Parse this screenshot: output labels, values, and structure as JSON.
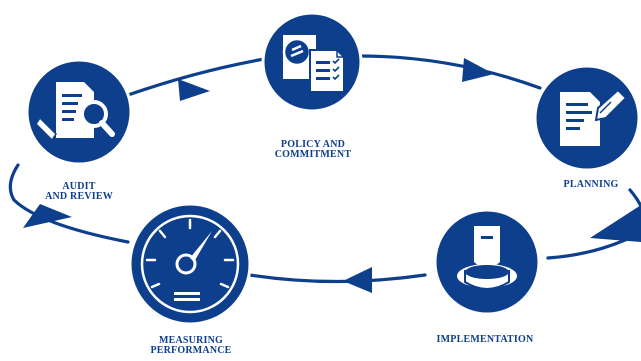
{
  "diagram": {
    "colors": {
      "primary": "#0d3f8c",
      "icon_fill": "#ffffff"
    },
    "stages": [
      {
        "key": "policy",
        "label_lines": [
          "POLICY AND",
          "COMMITMENT"
        ],
        "icon": "policy-documents-seal-icon"
      },
      {
        "key": "planning",
        "label_lines": [
          "PLANNING"
        ],
        "icon": "document-pen-icon"
      },
      {
        "key": "implementation",
        "label_lines": [
          "IMPLEMENTATION"
        ],
        "icon": "hard-hat-worker-icon"
      },
      {
        "key": "measuring",
        "label_lines": [
          "MEASURING",
          "PERFORMANCE"
        ],
        "icon": "speedometer-gauge-icon"
      },
      {
        "key": "audit",
        "label_lines": [
          "AUDIT",
          "AND REVIEW"
        ],
        "icon": "document-magnifier-icon"
      }
    ]
  }
}
